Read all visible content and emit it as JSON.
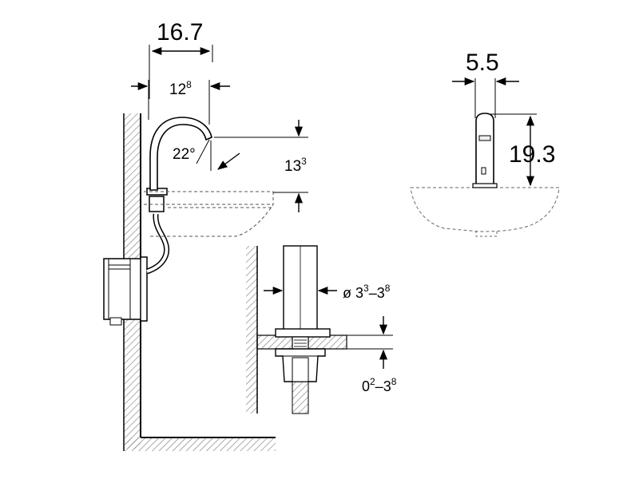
{
  "dimensions": {
    "spout_reach": "16.7",
    "spout_offset_base": "12",
    "spout_offset_exp": "8",
    "spout_angle": "22°",
    "spout_height_base": "13",
    "spout_height_exp": "3",
    "side_width": "5.5",
    "side_height": "19.3",
    "hole_prefix": "ø 3",
    "hole_min_exp": "3",
    "hole_sep": "–3",
    "hole_max_exp": "8",
    "deck_min_base": "0",
    "deck_min_exp": "2",
    "deck_sep": "–3",
    "deck_max_exp": "8"
  },
  "colors": {
    "stroke": "#000000",
    "hatch": "#888888",
    "light_fill": "#f0f0f0"
  }
}
